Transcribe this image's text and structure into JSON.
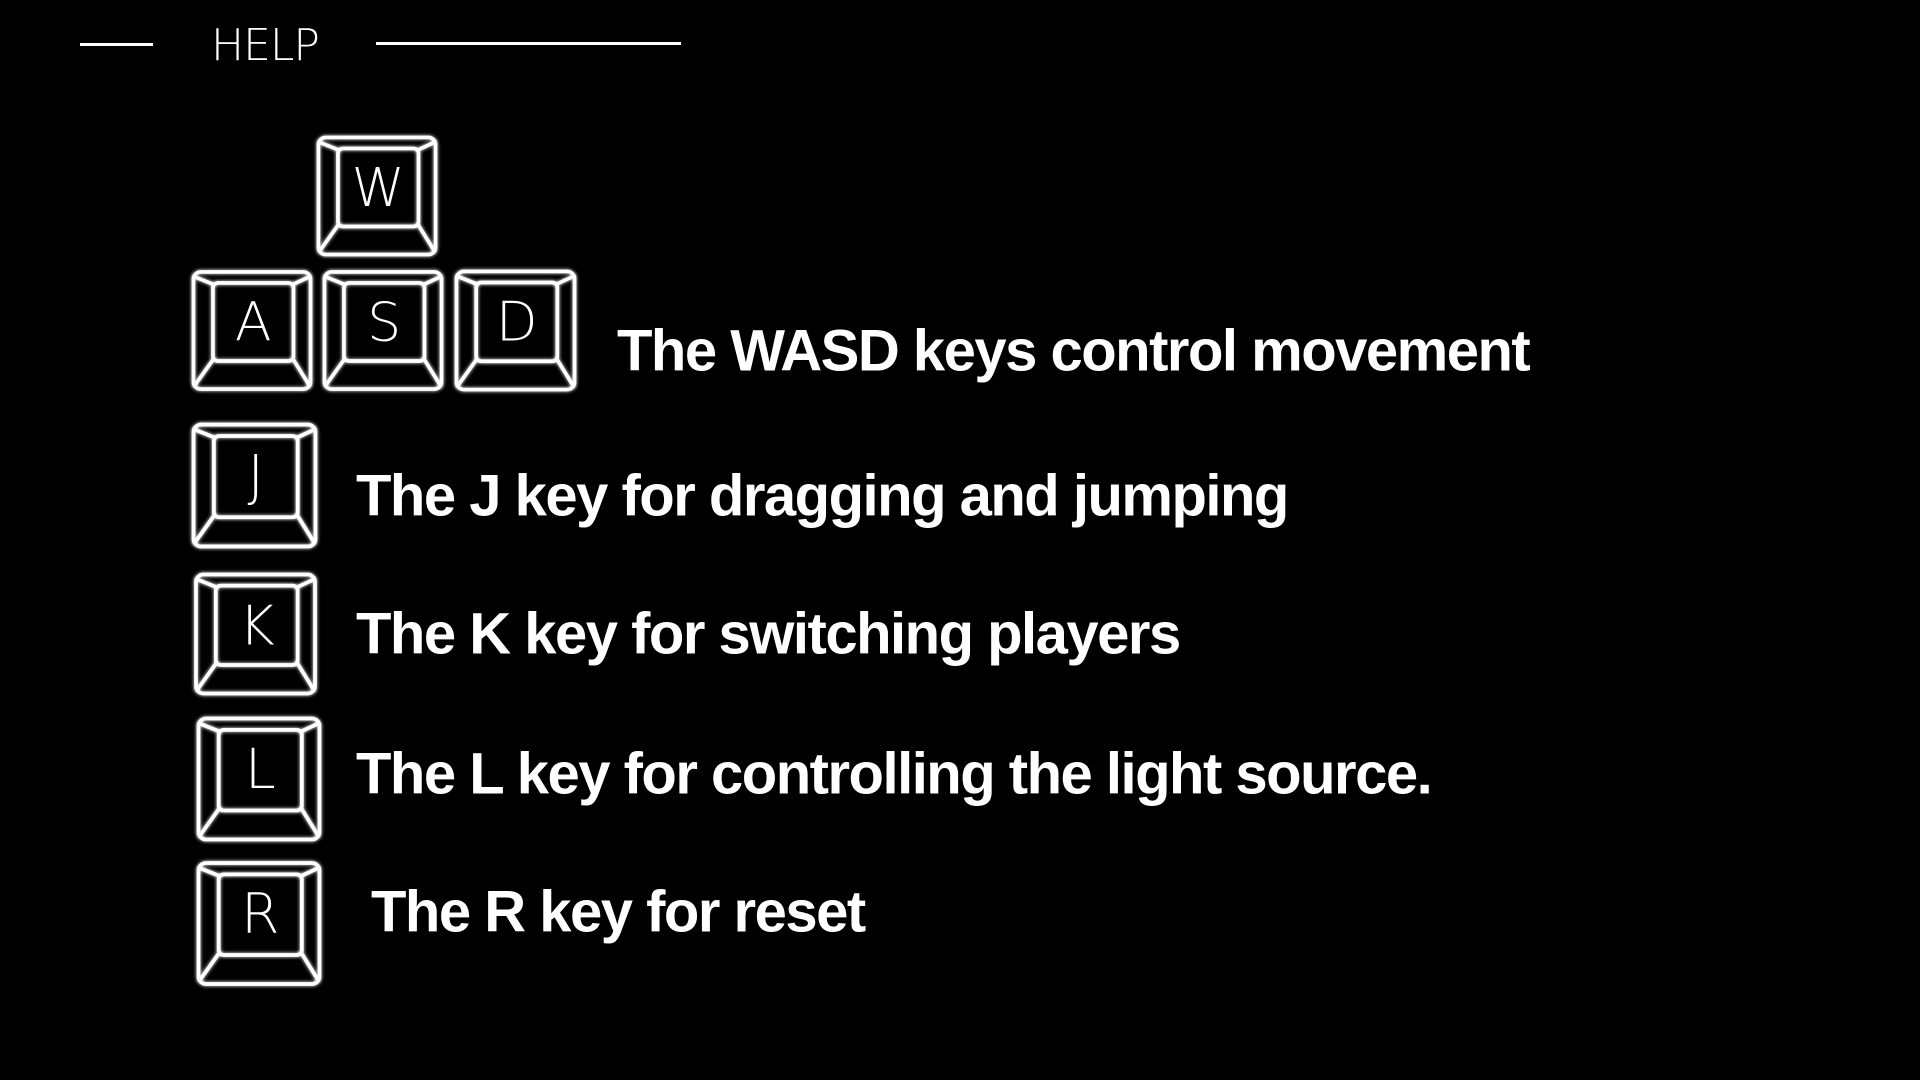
{
  "header": {
    "title": "HELP"
  },
  "keys": {
    "w": "W",
    "a": "A",
    "s": "S",
    "d": "D",
    "j": "J",
    "k": "K",
    "l": "L",
    "r": "R"
  },
  "descriptions": {
    "wasd": "The WASD keys control movement",
    "j": "The J key for dragging and jumping",
    "k": "The K key for switching players",
    "l": "The L key for controlling the light source.",
    "r": "The R key for reset"
  }
}
